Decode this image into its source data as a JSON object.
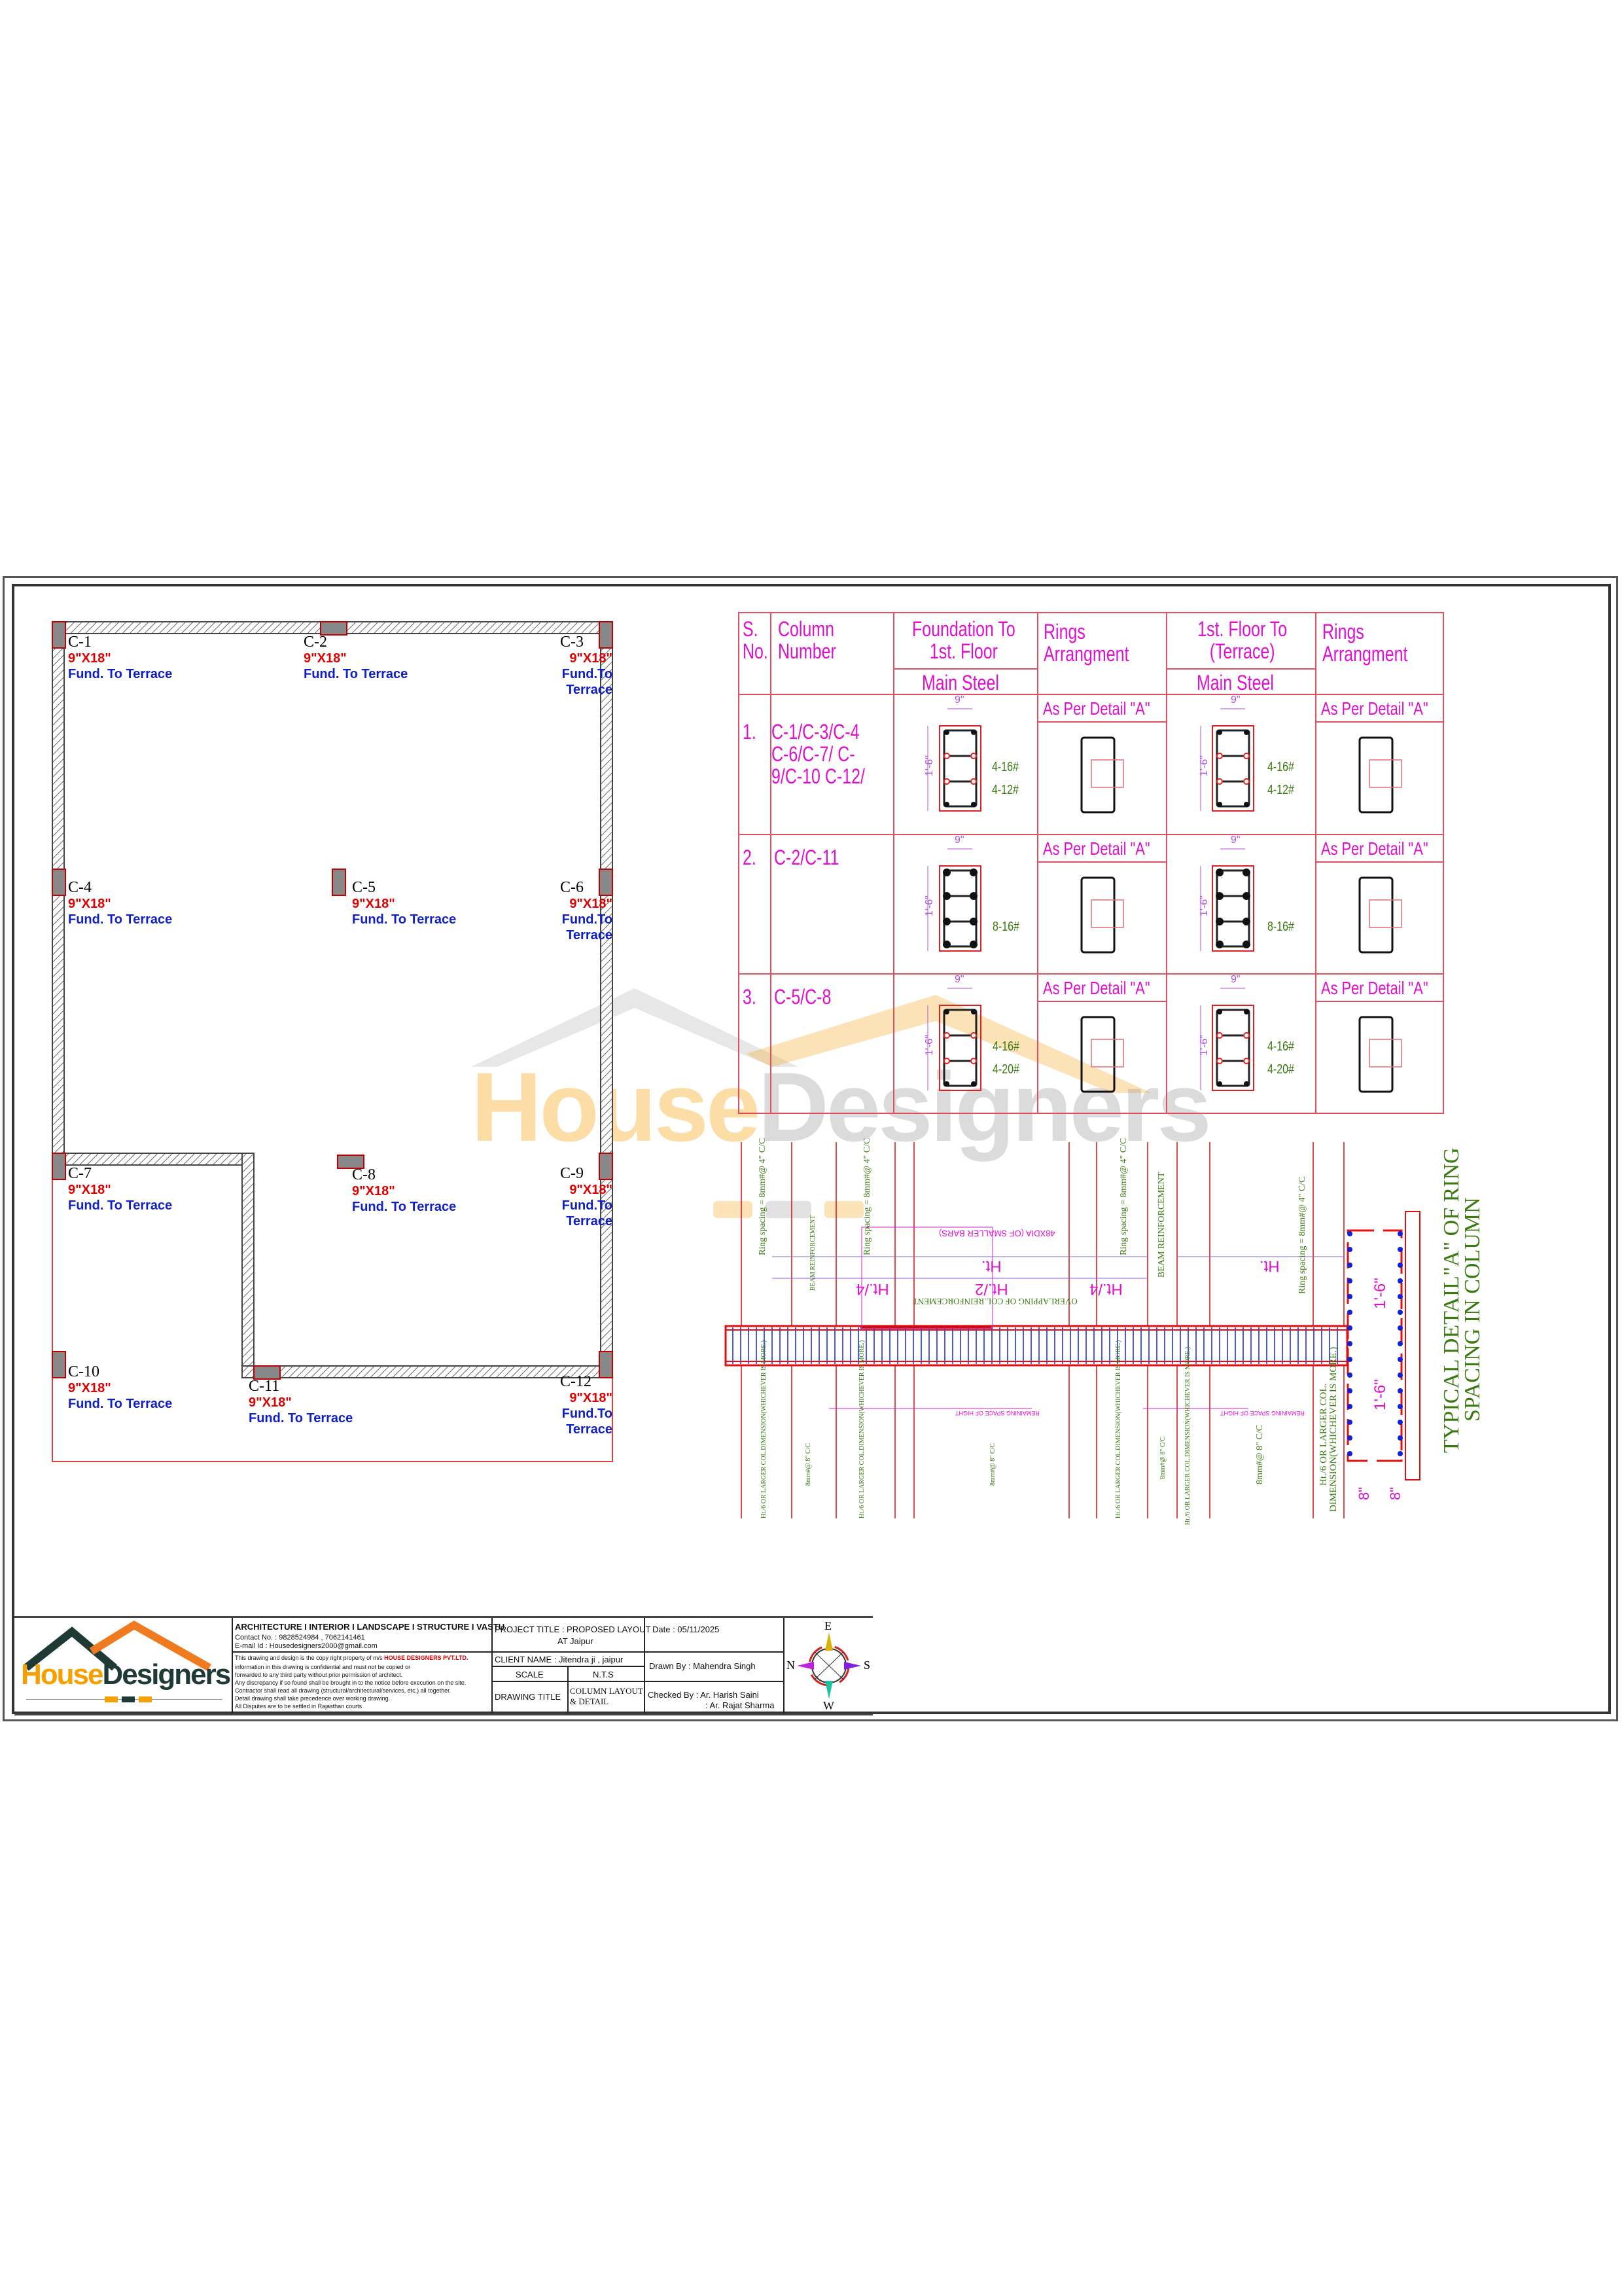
{
  "plan": {
    "columns": [
      {
        "id": "C-1",
        "size": "9\"X18\"",
        "note": "Fund. To Terrace"
      },
      {
        "id": "C-2",
        "size": "9\"X18\"",
        "note": "Fund. To Terrace"
      },
      {
        "id": "C-3",
        "size": "9\"X18\"",
        "note": "Fund.To Terrace"
      },
      {
        "id": "C-4",
        "size": "9\"X18\"",
        "note": "Fund. To Terrace"
      },
      {
        "id": "C-5",
        "size": "9\"X18\"",
        "note": "Fund. To Terrace"
      },
      {
        "id": "C-6",
        "size": "9\"X18\"",
        "note": "Fund.To Terrace"
      },
      {
        "id": "C-7",
        "size": "9\"X18\"",
        "note": "Fund. To Terrace"
      },
      {
        "id": "C-8",
        "size": "9\"X18\"",
        "note": "Fund. To Terrace"
      },
      {
        "id": "C-9",
        "size": "9\"X18\"",
        "note": "Fund.To Terrace"
      },
      {
        "id": "C-10",
        "size": "9\"X18\"",
        "note": "Fund. To Terrace"
      },
      {
        "id": "C-11",
        "size": "9\"X18\"",
        "note": "Fund. To Terrace"
      },
      {
        "id": "C-12",
        "size": "9\"X18\"",
        "note": "Fund.To Terrace"
      }
    ]
  },
  "schedule": {
    "headers": {
      "sno": "S. No.",
      "column": "Column Number",
      "found": "Foundation To 1st. Floor",
      "rings1": "Rings Arrangment",
      "first": "1st. Floor  To (Terrace)",
      "rings2": "Rings Arrangment",
      "main_steel": "Main Steel"
    },
    "ring_note": "As Per Detail \"A\"",
    "width_dim": "9\"",
    "height_dim": "1'-6\"",
    "rows": [
      {
        "sno": "1.",
        "columns": "C-1/C-3/C-4 C-6/C-7/ C-9/C-10 C-12/",
        "bars1": [
          "4-16#",
          "4-12#"
        ],
        "bars2": [
          "4-16#",
          "4-12#"
        ]
      },
      {
        "sno": "2.",
        "columns": "C-2/C-11",
        "bars1": [
          "8-16#"
        ],
        "bars2": [
          "8-16#"
        ]
      },
      {
        "sno": "3.",
        "columns": "C-5/C-8",
        "bars1": [
          "4-16#",
          "4-20#"
        ],
        "bars2": [
          "4-16#",
          "4-20#"
        ]
      }
    ]
  },
  "detail": {
    "title": "TYPICAL DETAIL\"A\"  OF RING",
    "title2": "SPACING IN COLUMN",
    "ring_spacing": "Ring spacing = 8mm#@ 4\" C/C",
    "beam_reinf": "BEAM REINFORCEMENT",
    "ht": "Ht.",
    "ht4": "Ht./4",
    "ht2": "Ht./2",
    "overlap": "OVERLAPPING OF COL.REINFORCEMENT",
    "dia": "48XDIA (OF SMALLER BARS)",
    "ht6": "Ht./6 OR LARGER COL.DIMENSION(WHICHEVER IS MORE.)",
    "ht6_big_1": "Ht./6 OR LARGER COL.",
    "ht6_big_2": "DIMENSION(WHICHEVER IS MORE.)",
    "spacing8": "8mm#@ 8\" C/C",
    "remaining": "REMAINING SPACE OF HIGHT",
    "dim_18": "1'-6\"",
    "dim_8": "8\""
  },
  "watermark": {
    "brand_a": "House",
    "brand_b": "Designers"
  },
  "title_block": {
    "logo_a": "House",
    "logo_b": "Designers",
    "services": "ARCHITECTURE I INTERIOR I LANDSCAPE I STRUCTURE I VASTU",
    "contact": "Contact No. : 9828524984 , 7062141461",
    "email": "E-mail Id : Housedesigners2000@gmail.com",
    "copy_a": "This drawing and design is the copy right property of m/s ",
    "copy_company": "HOUSE DESIGNERS PVT.LTD.",
    "notes": [
      "information in this drawing is confidential and must not be copied or",
      "forwarded to any third party without prior permission of architect.",
      "Any discrepancy if so found shall be brought in to the notice before execution on the site.",
      "Contractor shall read all drawing (structural/architectural/services, etc.) all together.",
      "Detail drawing shall take precedence over working drawing.",
      "All Disputes are to be settled in Rajasthan courts"
    ],
    "project_title": "PROJECT TITLE : PROPOSED LAYOUT",
    "project_loc": "AT Jaipur",
    "date": "Date : 05/11/2025",
    "client": "CLIENT NAME : Jitendra ji , jaipur",
    "drawn_by": "Drawn By : Mahendra Singh",
    "scale_label": "SCALE",
    "scale_value": "N.T.S",
    "drawing_title_label": "DRAWING TITLE",
    "drawing_title_1": "COLUMN LAYOUT",
    "drawing_title_2": "& DETAIL",
    "checked_by_1": "Checked By : Ar. Harish Saini",
    "checked_by_2": ": Ar. Rajat Sharma",
    "compass": {
      "e": "E",
      "w": "W",
      "n": "N",
      "s": "S"
    }
  }
}
